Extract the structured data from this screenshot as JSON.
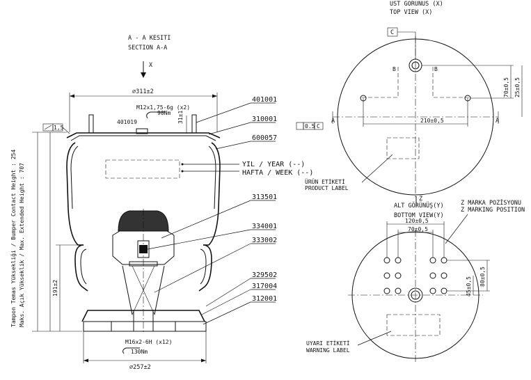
{
  "section": {
    "title_tr": "A - A KESITI",
    "title_en": "SECTION A-A",
    "view_letter": "X"
  },
  "top_view": {
    "title_tr": "UST GORUNUS (X)",
    "title_en": "TOP VIEW (X)",
    "label_c": "C",
    "label_b": "B",
    "label_a": "A",
    "dim_width": "210±0,5",
    "dim_70": "70±0,5",
    "dim_25": "25±0,5",
    "tolerance_value": "0.5",
    "tolerance_ref": "C",
    "label_z": "Z"
  },
  "product_label": {
    "tr": "ÜRÜN ETİKETİ",
    "en": "PRODUCT LABEL"
  },
  "bottom_view": {
    "title_tr": "ALT GÖRÜNÜŞ(Y)",
    "title_en": "BOTTOM VIEW(Y)",
    "dim_120": "120±0,5",
    "dim_70": "70±0,5",
    "dim_80": "80±0,5",
    "dim_45": "45±0,5"
  },
  "z_marking": {
    "tr": "Z MARKA POZİSYONU",
    "en": "Z MARKING POSITION"
  },
  "warning_label": {
    "tr": "UYARI ETİKETİ",
    "en": "WARNING LABEL"
  },
  "left_labels": {
    "vertical_1": "Tampon Temas Yüksekliği / Bumper Contact Height : 254",
    "vertical_2": "Maks. Açık Yükseklik / Max. Extended Height : 707"
  },
  "dims": {
    "diameter_top": "⌀311±2",
    "thread_top": "M12x1,75-6g (x2)",
    "torque_top": "90Nm",
    "part_401019": "401019",
    "dim_31": "31±1",
    "flatness": "1,5",
    "dim_191": "191±2",
    "thread_bottom": "M16x2-6H (x12)",
    "torque_bottom": "130Nm",
    "diameter_bottom": "⌀257±2"
  },
  "part_numbers": [
    "401001",
    "310001",
    "600057",
    "313501",
    "334001",
    "333002",
    "329502",
    "317004",
    "312001"
  ],
  "date_codes": {
    "year": "YIL / YEAR (--)",
    "week": "HAFTA / WEEK (--)"
  }
}
